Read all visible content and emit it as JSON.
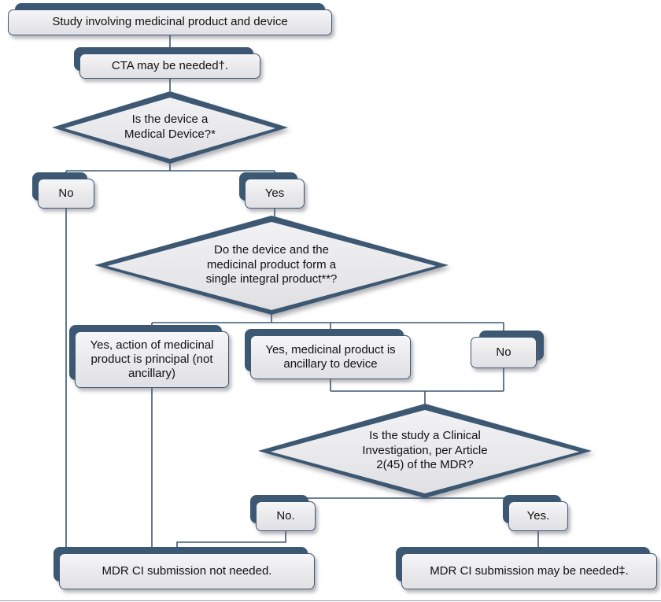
{
  "colors": {
    "dark": "#3d5872",
    "box_fill": "#e9e9ec",
    "line": "#3d5872",
    "text": "#111111",
    "background": "#ffffff"
  },
  "nodes": {
    "start": {
      "label": "Study involving medicinal product and device"
    },
    "cta": {
      "label": "CTA may be needed†."
    },
    "d1": {
      "label": "Is the device a Medical Device?*"
    },
    "no1": {
      "label": "No"
    },
    "yes1": {
      "label": "Yes"
    },
    "d2": {
      "label": "Do the device and the medicinal product form a single integral product**?"
    },
    "principal": {
      "label": "Yes, action of medicinal product is principal (not ancillary)"
    },
    "ancillary": {
      "label": "Yes, medicinal product is ancillary to device"
    },
    "no2": {
      "label": "No"
    },
    "d3": {
      "label": "Is the study a Clinical Investigation, per Article 2(45) of the MDR?"
    },
    "no3": {
      "label": "No."
    },
    "yes3": {
      "label": "Yes."
    },
    "not_needed": {
      "label": "MDR CI submission not needed."
    },
    "may_be_needed": {
      "label": "MDR CI submission may be needed‡."
    }
  }
}
